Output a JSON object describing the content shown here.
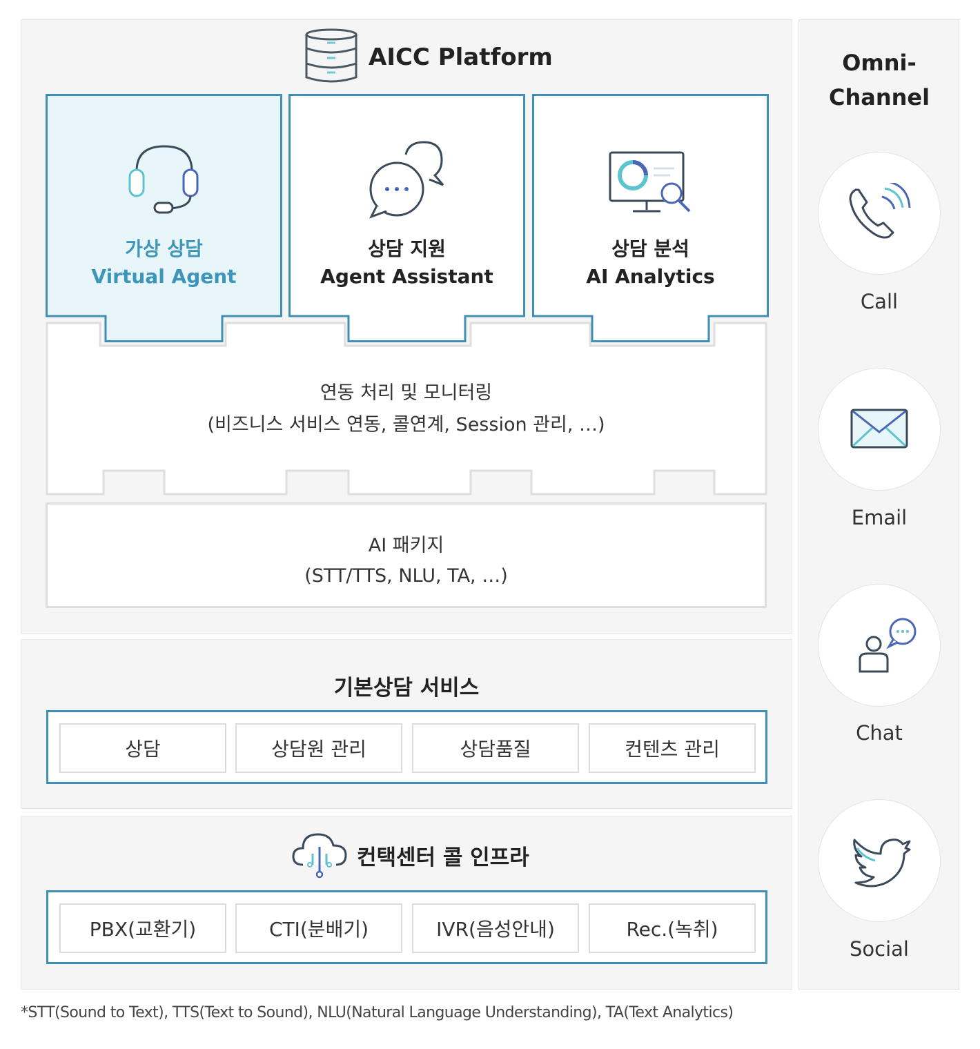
{
  "platform": {
    "title": "AICC Platform",
    "icon": "database-icon",
    "cards": [
      {
        "line1": "가상 상담",
        "line2": "Virtual Agent",
        "icon": "headset-icon",
        "highlight": true
      },
      {
        "line1": "상담 지원",
        "line2": "Agent Assistant",
        "icon": "chat-bubbles-icon",
        "highlight": false
      },
      {
        "line1": "상담 분석",
        "line2": "AI Analytics",
        "icon": "analytics-monitor-icon",
        "highlight": false
      }
    ],
    "integration": {
      "line1": "연동 처리 및 모니터링",
      "line2": "(비즈니스 서비스 연동, 콜연계, Session 관리, …)"
    },
    "ai_package": {
      "line1": "AI 패키지",
      "line2": "(STT/TTS, NLU, TA, …)"
    }
  },
  "basic_service": {
    "title": "기본상담 서비스",
    "items": [
      "상담",
      "상담원 관리",
      "상담품질",
      "컨텐츠 관리"
    ]
  },
  "infra": {
    "title": "컨택센터 콜 인프라",
    "icon": "cloud-network-icon",
    "items": [
      "PBX(교환기)",
      "CTI(분배기)",
      "IVR(음성안내)",
      "Rec.(녹취)"
    ]
  },
  "omni": {
    "title_line1": "Omni-",
    "title_line2": "Channel",
    "channels": [
      {
        "label": "Call",
        "icon": "phone-call-icon"
      },
      {
        "label": "Email",
        "icon": "envelope-icon"
      },
      {
        "label": "Chat",
        "icon": "user-chat-icon"
      },
      {
        "label": "Social",
        "icon": "twitter-bird-icon"
      }
    ]
  },
  "footnote": "*STT(Sound to Text), TTS(Text to Sound), NLU(Natural Language Understanding), TA(Text Analytics)",
  "colors": {
    "accent_border": "#3f8fb5",
    "highlight_fill": "#e8f6fa",
    "highlight_text": "#3d96ba",
    "panel_bg": "#f5f5f5"
  }
}
